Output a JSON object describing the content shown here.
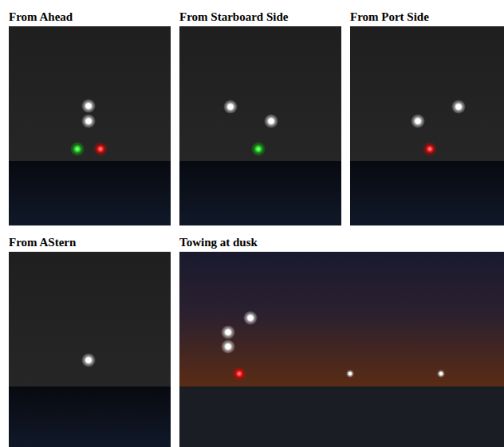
{
  "diagram": {
    "labels": [
      "From Ahead",
      "From Starboard Side",
      "From Port Side",
      "From AStern",
      "Towing at dusk"
    ]
  }
}
